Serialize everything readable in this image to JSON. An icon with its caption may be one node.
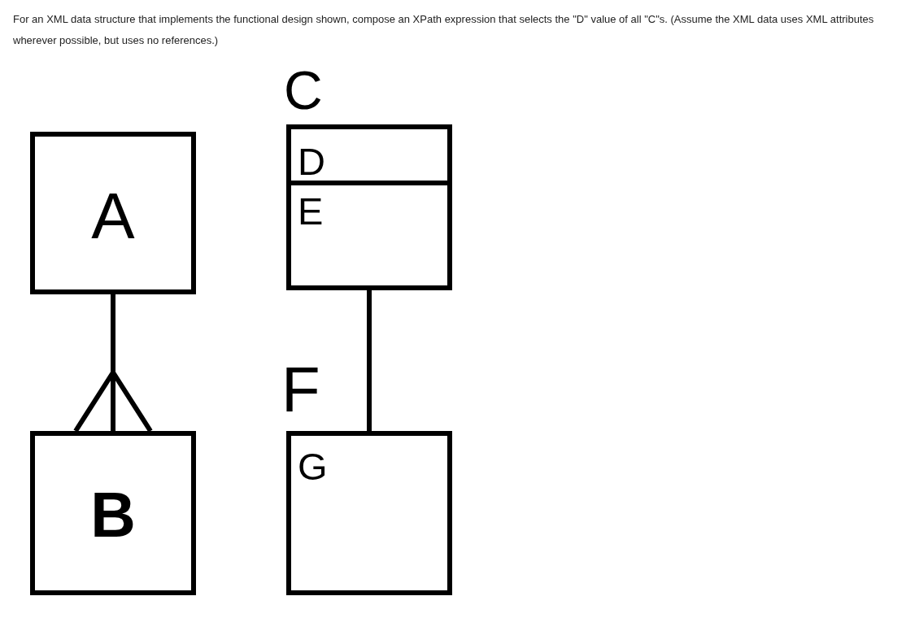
{
  "diagram": {
    "title": "For an XML data structure that implements the functional design shown, compose an XPath expression that selects the \"D\" value of all \"C\"s. (Assume the XML data uses XML attributes wherever possible, but uses no references.)",
    "nodes": [
      {
        "text": [
          "A"
        ]
      },
      {
        "text": [
          "C",
          "D",
          "E"
        ]
      },
      {
        "text": [
          "B"
        ]
      },
      {
        "text": [
          "F",
          "G"
        ]
      }
    ],
    "edges": [
      {
        "from": 0,
        "to": 2,
        "arrow": "other"
      },
      {
        "from": 1,
        "to": 3,
        "arrow": "none"
      }
    ]
  }
}
